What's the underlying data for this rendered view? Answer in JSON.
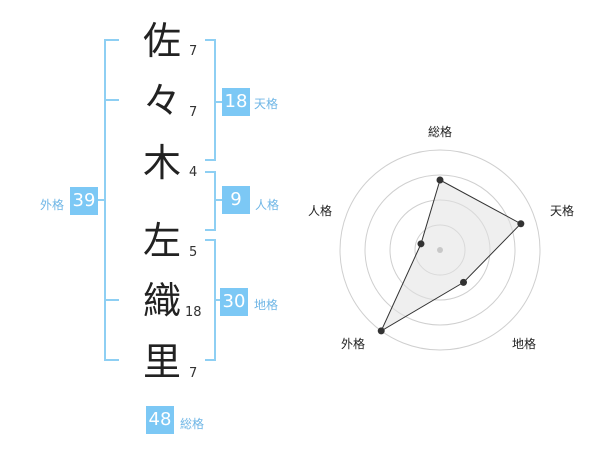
{
  "name": {
    "characters": [
      {
        "char": "佐",
        "strokes": "7"
      },
      {
        "char": "々",
        "strokes": "7"
      },
      {
        "char": "木",
        "strokes": "4"
      },
      {
        "char": "左",
        "strokes": "5"
      },
      {
        "char": "織",
        "strokes": "18"
      },
      {
        "char": "里",
        "strokes": "7"
      }
    ]
  },
  "fortune": {
    "tenkaku": {
      "value": "18",
      "label": "天格"
    },
    "jinkaku": {
      "value": "9",
      "label": "人格"
    },
    "chikaku": {
      "value": "30",
      "label": "地格"
    },
    "gaikaku": {
      "value": "39",
      "label": "外格"
    },
    "soukaku": {
      "value": "48",
      "label": "総格"
    }
  },
  "colors": {
    "accent": "#7cc8f5",
    "label": "#6fb6e6",
    "bracket": "#8ecff3"
  },
  "radar": {
    "axes": [
      "総格",
      "天格",
      "地格",
      "外格",
      "人格"
    ],
    "levels": [
      0.7,
      0.85,
      0.4,
      1.0,
      0.2
    ],
    "rings": 4
  }
}
